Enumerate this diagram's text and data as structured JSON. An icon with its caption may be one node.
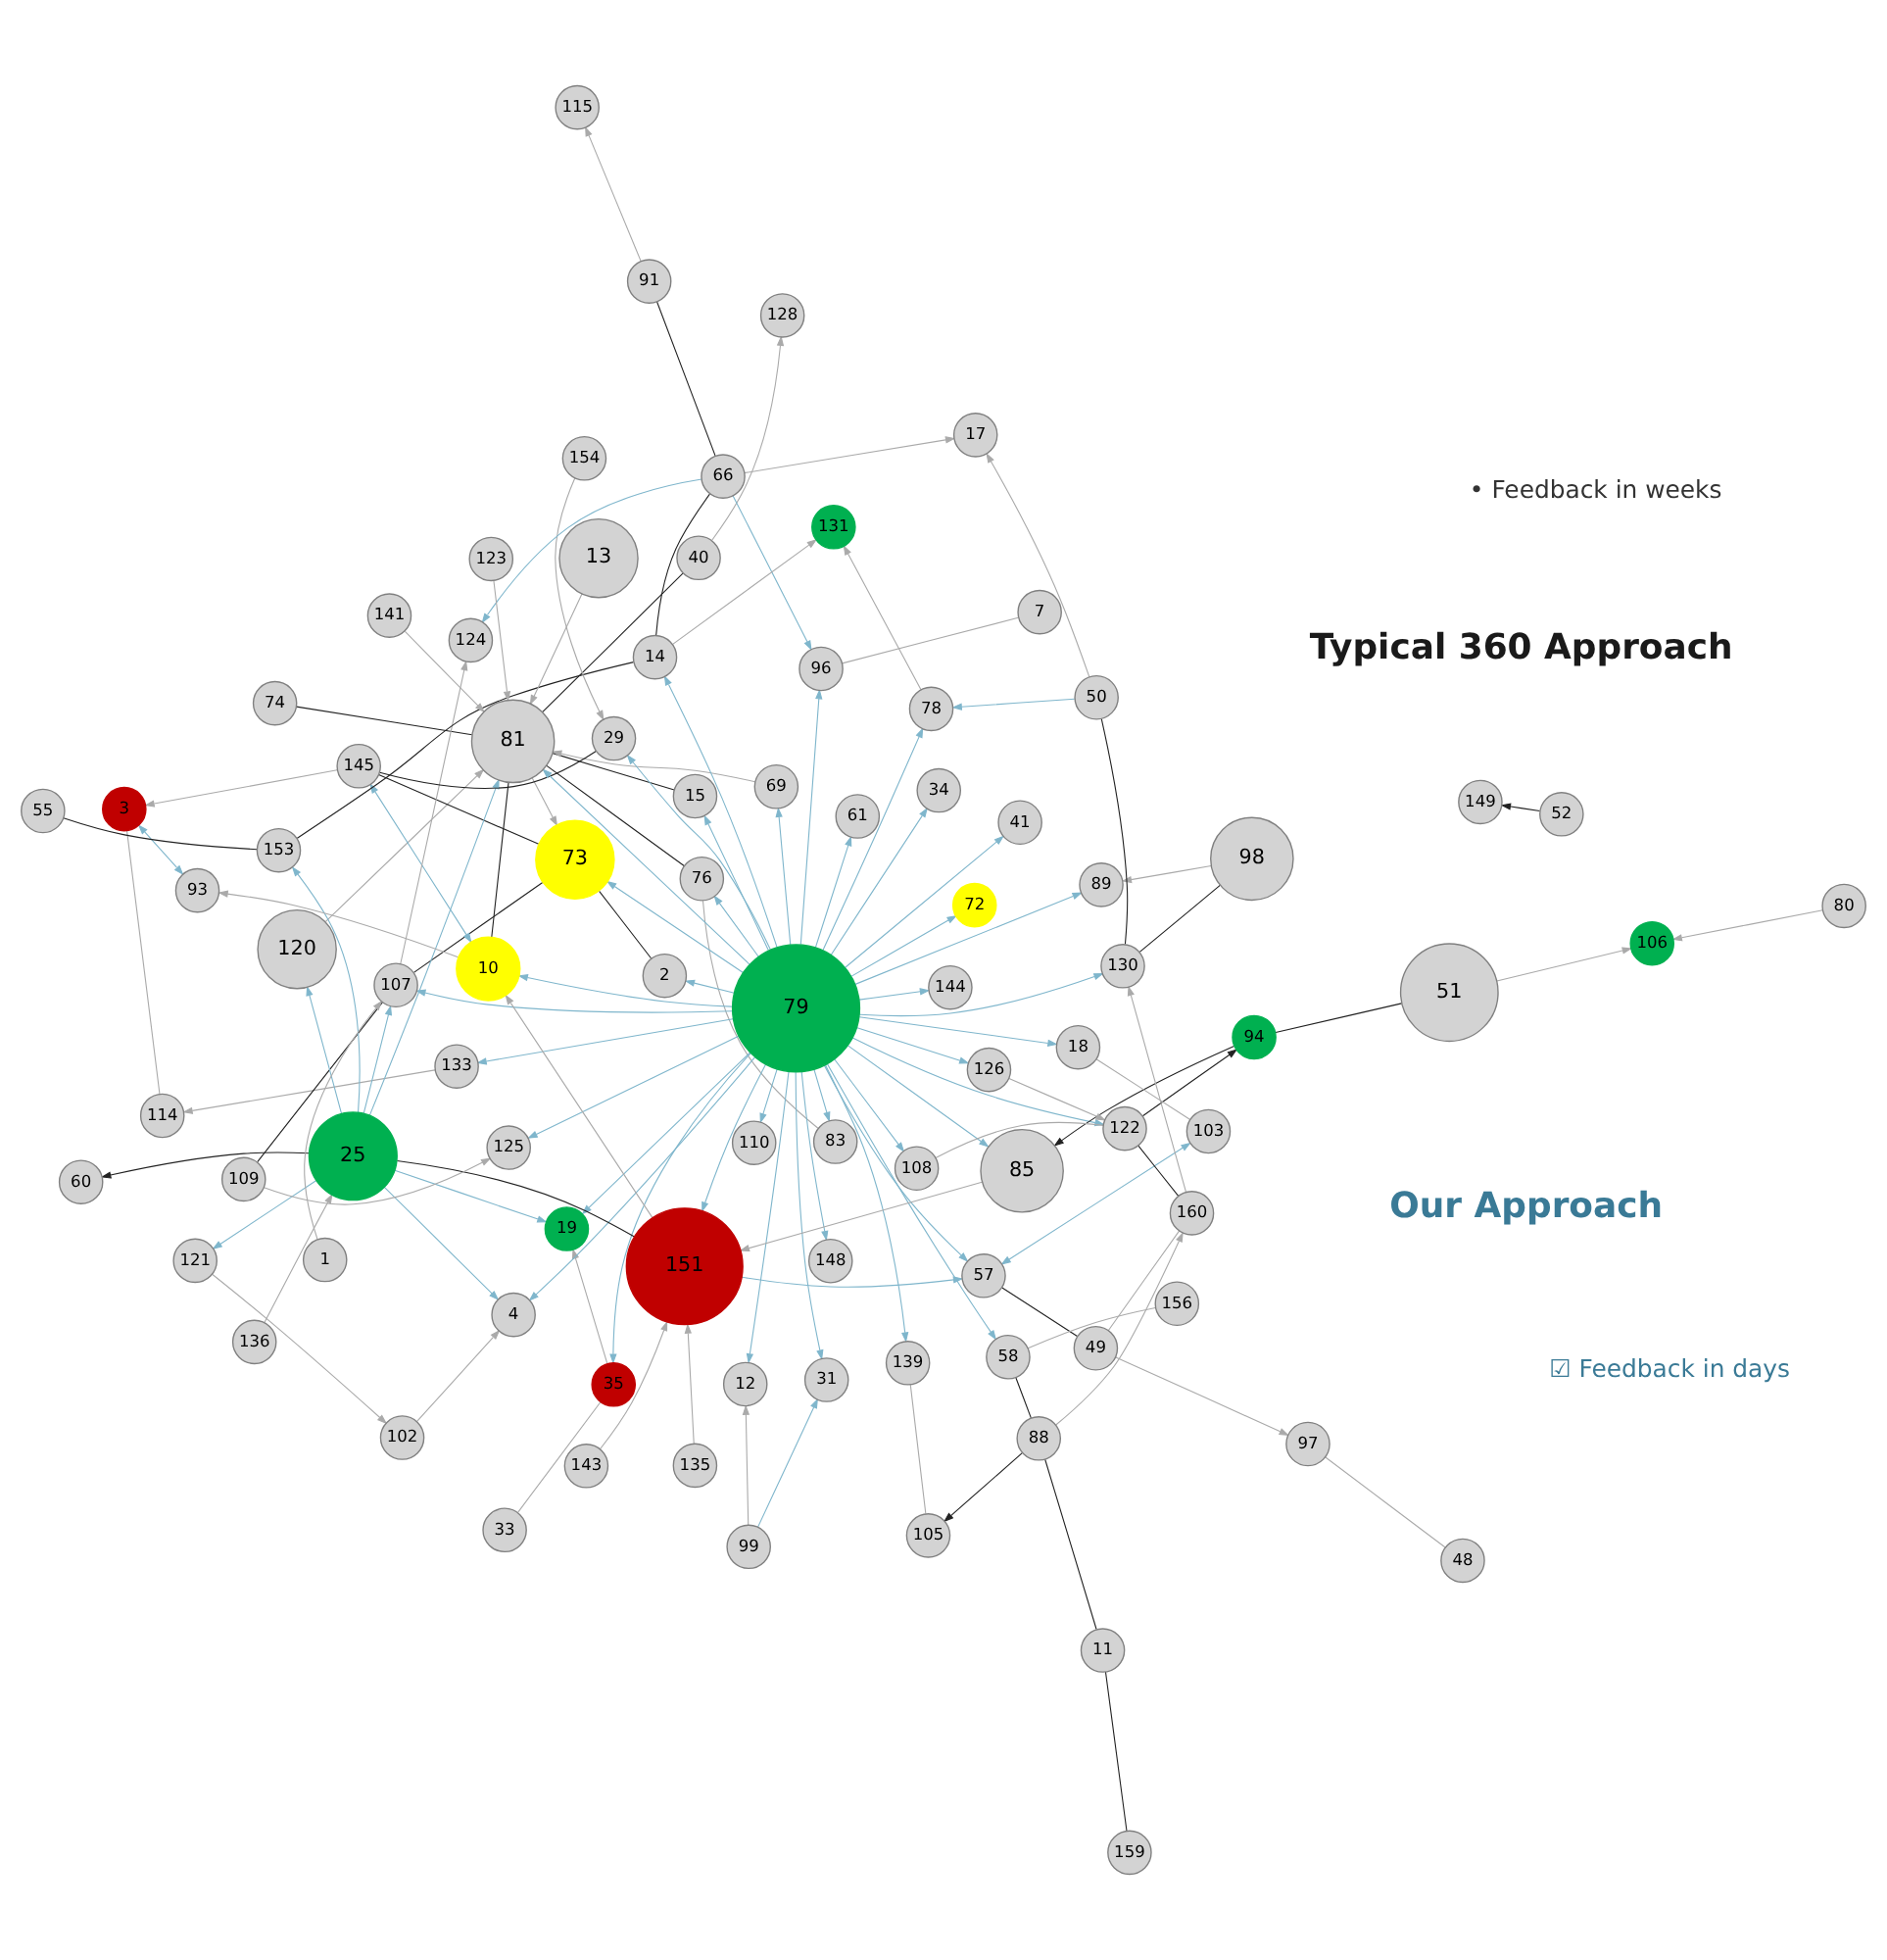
{
  "diagram": {
    "nodes": [
      {
        "text": [
          "15"
        ]
      },
      {
        "text": [
          "2"
        ]
      },
      {
        "text": [
          "76"
        ]
      },
      {
        "text": [
          "33"
        ]
      },
      {
        "text": [
          "128"
        ]
      },
      {
        "text": [
          "74"
        ]
      },
      {
        "text": [
          "35"
        ]
      },
      {
        "text": [
          "102"
        ]
      },
      {
        "text": [
          "83"
        ]
      },
      {
        "text": [
          "40"
        ]
      },
      {
        "text": [
          "3"
        ]
      },
      {
        "text": [
          "114"
        ]
      },
      {
        "text": [
          "120"
        ]
      },
      {
        "text": [
          "19"
        ]
      },
      {
        "text": [
          "133"
        ]
      },
      {
        "text": [
          "73"
        ]
      },
      {
        "text": [
          "144"
        ]
      },
      {
        "text": [
          "145"
        ]
      },
      {
        "text": [
          "4"
        ]
      },
      {
        "text": [
          "159"
        ]
      },
      {
        "text": [
          "121"
        ]
      },
      {
        "text": [
          "107"
        ]
      },
      {
        "text": [
          "81"
        ]
      },
      {
        "text": [
          "25"
        ]
      },
      {
        "text": [
          "93"
        ]
      },
      {
        "text": [
          "153"
        ]
      },
      {
        "text": [
          "69"
        ]
      },
      {
        "text": [
          "29"
        ]
      },
      {
        "text": [
          "124"
        ]
      },
      {
        "text": [
          "1"
        ]
      },
      {
        "text": [
          "115"
        ]
      },
      {
        "text": [
          "10"
        ]
      },
      {
        "text": [
          "55"
        ]
      },
      {
        "text": [
          "141"
        ]
      },
      {
        "text": [
          "91"
        ]
      },
      {
        "text": [
          "17"
        ]
      },
      {
        "text": [
          "154"
        ]
      },
      {
        "text": [
          "136"
        ]
      },
      {
        "text": [
          "66"
        ]
      },
      {
        "text": [
          "131"
        ]
      },
      {
        "text": [
          "13"
        ]
      },
      {
        "text": [
          "123"
        ]
      },
      {
        "text": [
          "135"
        ]
      },
      {
        "text": [
          "12"
        ]
      },
      {
        "text": [
          "79"
        ]
      },
      {
        "text": [
          "78"
        ]
      },
      {
        "text": [
          "89"
        ]
      },
      {
        "text": [
          "151"
        ]
      },
      {
        "text": [
          "98"
        ]
      },
      {
        "text": [
          "80"
        ]
      },
      {
        "text": [
          "109"
        ]
      },
      {
        "text": [
          "125"
        ]
      },
      {
        "text": [
          "50"
        ]
      },
      {
        "text": [
          "61"
        ]
      },
      {
        "text": [
          "51"
        ]
      },
      {
        "text": [
          "60"
        ]
      },
      {
        "text": [
          "130"
        ]
      },
      {
        "text": [
          "14"
        ]
      },
      {
        "text": [
          "31"
        ]
      },
      {
        "text": [
          "11"
        ]
      },
      {
        "text": [
          "143"
        ]
      },
      {
        "text": [
          "7"
        ]
      },
      {
        "text": [
          "99"
        ]
      },
      {
        "text": [
          "106"
        ]
      },
      {
        "text": [
          "96"
        ]
      },
      {
        "text": [
          "149"
        ]
      },
      {
        "text": [
          "85"
        ]
      },
      {
        "text": [
          "41"
        ]
      },
      {
        "text": [
          "52"
        ]
      },
      {
        "text": [
          "57"
        ]
      },
      {
        "text": [
          "88"
        ]
      },
      {
        "text": [
          "148"
        ]
      },
      {
        "text": [
          "94"
        ]
      },
      {
        "text": [
          "122"
        ]
      },
      {
        "text": [
          "160"
        ]
      },
      {
        "text": [
          "108"
        ]
      },
      {
        "text": [
          "105"
        ]
      },
      {
        "text": [
          "139"
        ]
      },
      {
        "text": [
          "48"
        ]
      },
      {
        "text": [
          "49"
        ]
      },
      {
        "text": [
          "126"
        ]
      },
      {
        "text": [
          "72"
        ]
      },
      {
        "text": [
          "110"
        ]
      },
      {
        "text": [
          "18"
        ]
      },
      {
        "text": [
          "156"
        ]
      },
      {
        "text": [
          "97"
        ]
      },
      {
        "text": [
          "103"
        ]
      },
      {
        "text": [
          "58"
        ]
      },
      {
        "text": [
          "34"
        ]
      }
    ],
    "edges": [
      {
        "from": 68,
        "to": 65,
        "arrow": "to",
        "color": "#222222"
      },
      {
        "from": 73,
        "to": 72,
        "arrow": "to",
        "color": "#222222"
      },
      {
        "from": 72,
        "to": 66,
        "arrow": "to",
        "color": "#222222"
      },
      {
        "from": 70,
        "to": 76,
        "arrow": "to",
        "color": "#222222"
      },
      {
        "from": 23,
        "to": 55,
        "arrow": "to",
        "color": "#222222"
      },
      {
        "from": 17,
        "to": 15,
        "arrow": "none",
        "color": "#222222"
      },
      {
        "from": 15,
        "to": 21,
        "arrow": "none",
        "color": "#222222"
      },
      {
        "from": 69,
        "to": 79,
        "arrow": "none",
        "color": "#222222"
      },
      {
        "from": 70,
        "to": 87,
        "arrow": "none",
        "color": "#222222"
      },
      {
        "from": 59,
        "to": 70,
        "arrow": "none",
        "color": "#222222"
      },
      {
        "from": 0,
        "to": 22,
        "arrow": "none",
        "color": "#222222"
      },
      {
        "from": 27,
        "to": 17,
        "arrow": "none",
        "color": "#222222"
      },
      {
        "from": 48,
        "to": 56,
        "arrow": "none",
        "color": "#222222"
      },
      {
        "from": 38,
        "to": 57,
        "arrow": "none",
        "color": "#222222"
      },
      {
        "from": 52,
        "to": 56,
        "arrow": "none",
        "color": "#222222"
      },
      {
        "from": 21,
        "to": 50,
        "arrow": "none",
        "color": "#222222"
      },
      {
        "from": 1,
        "to": 15,
        "arrow": "none",
        "color": "#222222"
      },
      {
        "from": 2,
        "to": 22,
        "arrow": "none",
        "color": "#222222"
      },
      {
        "from": 5,
        "to": 22,
        "arrow": "none",
        "color": "#222222"
      },
      {
        "from": 9,
        "to": 22,
        "arrow": "none",
        "color": "#222222"
      },
      {
        "from": 32,
        "to": 25,
        "arrow": "none",
        "color": "#222222"
      },
      {
        "from": 54,
        "to": 72,
        "arrow": "none",
        "color": "#222222"
      },
      {
        "from": 73,
        "to": 74,
        "arrow": "none",
        "color": "#222222"
      },
      {
        "from": 31,
        "to": 22,
        "arrow": "none",
        "color": "#222222"
      },
      {
        "from": 25,
        "to": 57,
        "arrow": "none",
        "color": "#222222"
      },
      {
        "from": 34,
        "to": 38,
        "arrow": "none",
        "color": "#222222"
      },
      {
        "from": 47,
        "to": 23,
        "arrow": "none",
        "color": "#222222"
      },
      {
        "from": 19,
        "to": 59,
        "arrow": "none",
        "color": "#222222"
      },
      {
        "from": 44,
        "to": 46,
        "arrow": "to",
        "color": "#7fb6cc"
      },
      {
        "from": 44,
        "to": 43,
        "arrow": "to",
        "color": "#7fb6cc"
      },
      {
        "from": 44,
        "to": 53,
        "arrow": "to",
        "color": "#7fb6cc"
      },
      {
        "from": 44,
        "to": 27,
        "arrow": "to",
        "color": "#7fb6cc"
      },
      {
        "from": 44,
        "to": 31,
        "arrow": "to",
        "color": "#7fb6cc"
      },
      {
        "from": 44,
        "to": 22,
        "arrow": "to",
        "color": "#7fb6cc"
      },
      {
        "from": 44,
        "to": 13,
        "arrow": "to",
        "color": "#7fb6cc"
      },
      {
        "from": 44,
        "to": 0,
        "arrow": "to",
        "color": "#7fb6cc"
      },
      {
        "from": 44,
        "to": 2,
        "arrow": "to",
        "color": "#7fb6cc"
      },
      {
        "from": 44,
        "to": 1,
        "arrow": "to",
        "color": "#7fb6cc"
      },
      {
        "from": 44,
        "to": 6,
        "arrow": "to",
        "color": "#7fb6cc"
      },
      {
        "from": 44,
        "to": 8,
        "arrow": "to",
        "color": "#7fb6cc"
      },
      {
        "from": 44,
        "to": 14,
        "arrow": "to",
        "color": "#7fb6cc"
      },
      {
        "from": 44,
        "to": 15,
        "arrow": "to",
        "color": "#7fb6cc"
      },
      {
        "from": 44,
        "to": 16,
        "arrow": "to",
        "color": "#7fb6cc"
      },
      {
        "from": 44,
        "to": 18,
        "arrow": "to",
        "color": "#7fb6cc"
      },
      {
        "from": 44,
        "to": 21,
        "arrow": "to",
        "color": "#7fb6cc"
      },
      {
        "from": 44,
        "to": 26,
        "arrow": "to",
        "color": "#7fb6cc"
      },
      {
        "from": 44,
        "to": 51,
        "arrow": "to",
        "color": "#7fb6cc"
      },
      {
        "from": 44,
        "to": 57,
        "arrow": "to",
        "color": "#7fb6cc"
      },
      {
        "from": 44,
        "to": 64,
        "arrow": "to",
        "color": "#7fb6cc"
      },
      {
        "from": 44,
        "to": 71,
        "arrow": "to",
        "color": "#7fb6cc"
      },
      {
        "from": 44,
        "to": 77,
        "arrow": "to",
        "color": "#7fb6cc"
      },
      {
        "from": 44,
        "to": 82,
        "arrow": "to",
        "color": "#7fb6cc"
      },
      {
        "from": 44,
        "to": 87,
        "arrow": "to",
        "color": "#7fb6cc"
      },
      {
        "from": 44,
        "to": 88,
        "arrow": "to",
        "color": "#7fb6cc"
      },
      {
        "from": 44,
        "to": 81,
        "arrow": "to",
        "color": "#7fb6cc"
      },
      {
        "from": 44,
        "to": 75,
        "arrow": "to",
        "color": "#7fb6cc"
      },
      {
        "from": 44,
        "to": 67,
        "arrow": "to",
        "color": "#7fb6cc"
      },
      {
        "from": 44,
        "to": 83,
        "arrow": "to",
        "color": "#7fb6cc"
      },
      {
        "from": 44,
        "to": 80,
        "arrow": "to",
        "color": "#7fb6cc"
      },
      {
        "from": 44,
        "to": 69,
        "arrow": "to",
        "color": "#7fb6cc"
      },
      {
        "from": 44,
        "to": 66,
        "arrow": "to",
        "color": "#7fb6cc"
      },
      {
        "from": 44,
        "to": 58,
        "arrow": "to",
        "color": "#7fb6cc"
      },
      {
        "from": 44,
        "to": 47,
        "arrow": "to",
        "color": "#7fb6cc"
      },
      {
        "from": 44,
        "to": 56,
        "arrow": "to",
        "color": "#7fb6cc"
      },
      {
        "from": 44,
        "to": 45,
        "arrow": "to",
        "color": "#7fb6cc"
      },
      {
        "from": 44,
        "to": 73,
        "arrow": "to",
        "color": "#7fb6cc"
      },
      {
        "from": 23,
        "to": 13,
        "arrow": "to",
        "color": "#7fb6cc"
      },
      {
        "from": 23,
        "to": 12,
        "arrow": "to",
        "color": "#7fb6cc"
      },
      {
        "from": 23,
        "to": 21,
        "arrow": "to",
        "color": "#7fb6cc"
      },
      {
        "from": 23,
        "to": 18,
        "arrow": "to",
        "color": "#7fb6cc"
      },
      {
        "from": 23,
        "to": 20,
        "arrow": "to",
        "color": "#7fb6cc"
      },
      {
        "from": 23,
        "to": 22,
        "arrow": "to",
        "color": "#7fb6cc"
      },
      {
        "from": 23,
        "to": 25,
        "arrow": "to",
        "color": "#7fb6cc"
      },
      {
        "from": 10,
        "to": 24,
        "arrow": "both",
        "color": "#7fb6cc"
      },
      {
        "from": 17,
        "to": 31,
        "arrow": "both",
        "color": "#7fb6cc"
      },
      {
        "from": 62,
        "to": 58,
        "arrow": "to",
        "color": "#7fb6cc"
      },
      {
        "from": 38,
        "to": 28,
        "arrow": "to",
        "color": "#7fb6cc"
      },
      {
        "from": 38,
        "to": 64,
        "arrow": "to",
        "color": "#7fb6cc"
      },
      {
        "from": 52,
        "to": 45,
        "arrow": "to",
        "color": "#7fb6cc"
      },
      {
        "from": 69,
        "to": 86,
        "arrow": "both",
        "color": "#7fb6cc"
      },
      {
        "from": 47,
        "to": 69,
        "arrow": "to",
        "color": "#7fb6cc"
      },
      {
        "from": 9,
        "to": 4,
        "arrow": "to"
      },
      {
        "from": 17,
        "to": 10,
        "arrow": "to"
      },
      {
        "from": 31,
        "to": 24,
        "arrow": "to"
      },
      {
        "from": 36,
        "to": 27,
        "arrow": "to"
      },
      {
        "from": 62,
        "to": 43,
        "arrow": "to"
      },
      {
        "from": 48,
        "to": 46,
        "arrow": "to"
      },
      {
        "from": 6,
        "to": 13,
        "arrow": "to"
      },
      {
        "from": 20,
        "to": 7,
        "arrow": "to"
      },
      {
        "from": 7,
        "to": 18,
        "arrow": "to"
      },
      {
        "from": 21,
        "to": 28,
        "arrow": "to"
      },
      {
        "from": 34,
        "to": 30,
        "arrow": "to"
      },
      {
        "from": 38,
        "to": 35,
        "arrow": "to"
      },
      {
        "from": 45,
        "to": 39,
        "arrow": "to"
      },
      {
        "from": 57,
        "to": 39,
        "arrow": "to"
      },
      {
        "from": 52,
        "to": 35,
        "arrow": "to"
      },
      {
        "from": 50,
        "to": 51,
        "arrow": "to"
      },
      {
        "from": 70,
        "to": 74,
        "arrow": "to"
      },
      {
        "from": 74,
        "to": 56,
        "arrow": "to"
      },
      {
        "from": 74,
        "to": 79,
        "arrow": "none"
      },
      {
        "from": 79,
        "to": 85,
        "arrow": "to"
      },
      {
        "from": 80,
        "to": 73,
        "arrow": "to"
      },
      {
        "from": 66,
        "to": 47,
        "arrow": "to"
      },
      {
        "from": 54,
        "to": 63,
        "arrow": "to"
      },
      {
        "from": 49,
        "to": 63,
        "arrow": "to"
      },
      {
        "from": 76,
        "to": 77,
        "arrow": "none"
      },
      {
        "from": 61,
        "to": 64,
        "arrow": "none"
      },
      {
        "from": 3,
        "to": 6,
        "arrow": "none"
      },
      {
        "from": 47,
        "to": 31,
        "arrow": "to"
      },
      {
        "from": 22,
        "to": 15,
        "arrow": "to"
      },
      {
        "from": 8,
        "to": 2,
        "arrow": "none"
      },
      {
        "from": 11,
        "to": 10,
        "arrow": "none"
      },
      {
        "from": 33,
        "to": 22,
        "arrow": "to"
      },
      {
        "from": 40,
        "to": 22,
        "arrow": "to"
      },
      {
        "from": 37,
        "to": 23,
        "arrow": "to"
      },
      {
        "from": 60,
        "to": 47,
        "arrow": "to"
      },
      {
        "from": 41,
        "to": 22,
        "arrow": "to"
      },
      {
        "from": 42,
        "to": 47,
        "arrow": "to"
      },
      {
        "from": 29,
        "to": 21,
        "arrow": "to"
      },
      {
        "from": 26,
        "to": 22,
        "arrow": "to"
      },
      {
        "from": 78,
        "to": 85,
        "arrow": "none"
      },
      {
        "from": 84,
        "to": 87,
        "arrow": "none"
      },
      {
        "from": 86,
        "to": 83,
        "arrow": "none"
      },
      {
        "from": 75,
        "to": 73,
        "arrow": "none"
      },
      {
        "from": 12,
        "to": 22,
        "arrow": "to"
      },
      {
        "from": 14,
        "to": 11,
        "arrow": "to"
      }
    ],
    "labels": [
      "Typical 360 Approach",
      "Our Approach",
      "• Feedback in weeks",
      "☑ Feedback in days"
    ]
  }
}
